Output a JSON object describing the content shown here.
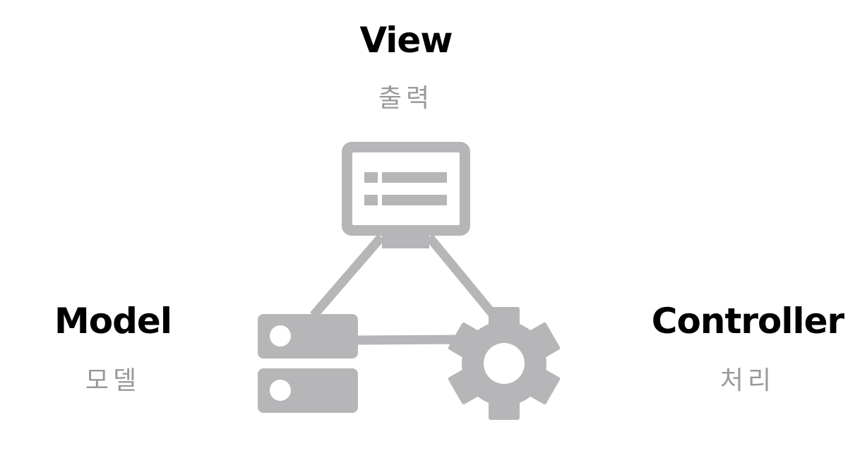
{
  "view": {
    "title": "View",
    "subtitle": "출력"
  },
  "model": {
    "title": "Model",
    "subtitle": "모델"
  },
  "controller": {
    "title": "Controller",
    "subtitle": "처리"
  },
  "colors": {
    "icon": "#b6b5b7",
    "title": "#000000",
    "subtitle": "#999999"
  },
  "icons": {
    "view": "monitor-icon",
    "model": "server-icon",
    "controller": "gear-icon"
  }
}
